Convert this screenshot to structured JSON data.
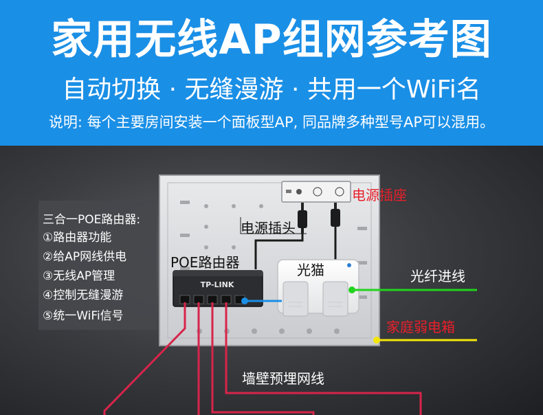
{
  "header": {
    "title": "家用无线AP组网参考图",
    "subtitle": "自动切换 · 无缝漫游 · 共用一个WiFi名",
    "description": "说明: 每个主要房间安装一个面板型AP, 同品牌多种型号AP可以混用。"
  },
  "info_box": {
    "heading": "三合一POE路由器:",
    "items": [
      "①路由器功能",
      "②给AP网线供电",
      "③无线AP管理",
      "④控制无缝漫游",
      "⑤统一WiFi信号"
    ]
  },
  "labels": {
    "power_socket": "电源插座",
    "power_plug": "电源插头",
    "poe_router": "POE路由器",
    "optical_modem": "光猫",
    "fiber_in": "光纤进线",
    "weak_box": "家庭弱电箱",
    "wall_cable": "墙壁预埋网线",
    "router_brand": "TP-LINK"
  },
  "colors": {
    "banner_blue": "#1a8fe6",
    "red_label": "#e8202a",
    "fiber_green": "#21d41d",
    "box_yellow": "#f5e60a",
    "cable_red": "#d8244a",
    "cable_blue": "#1a8fe6"
  }
}
